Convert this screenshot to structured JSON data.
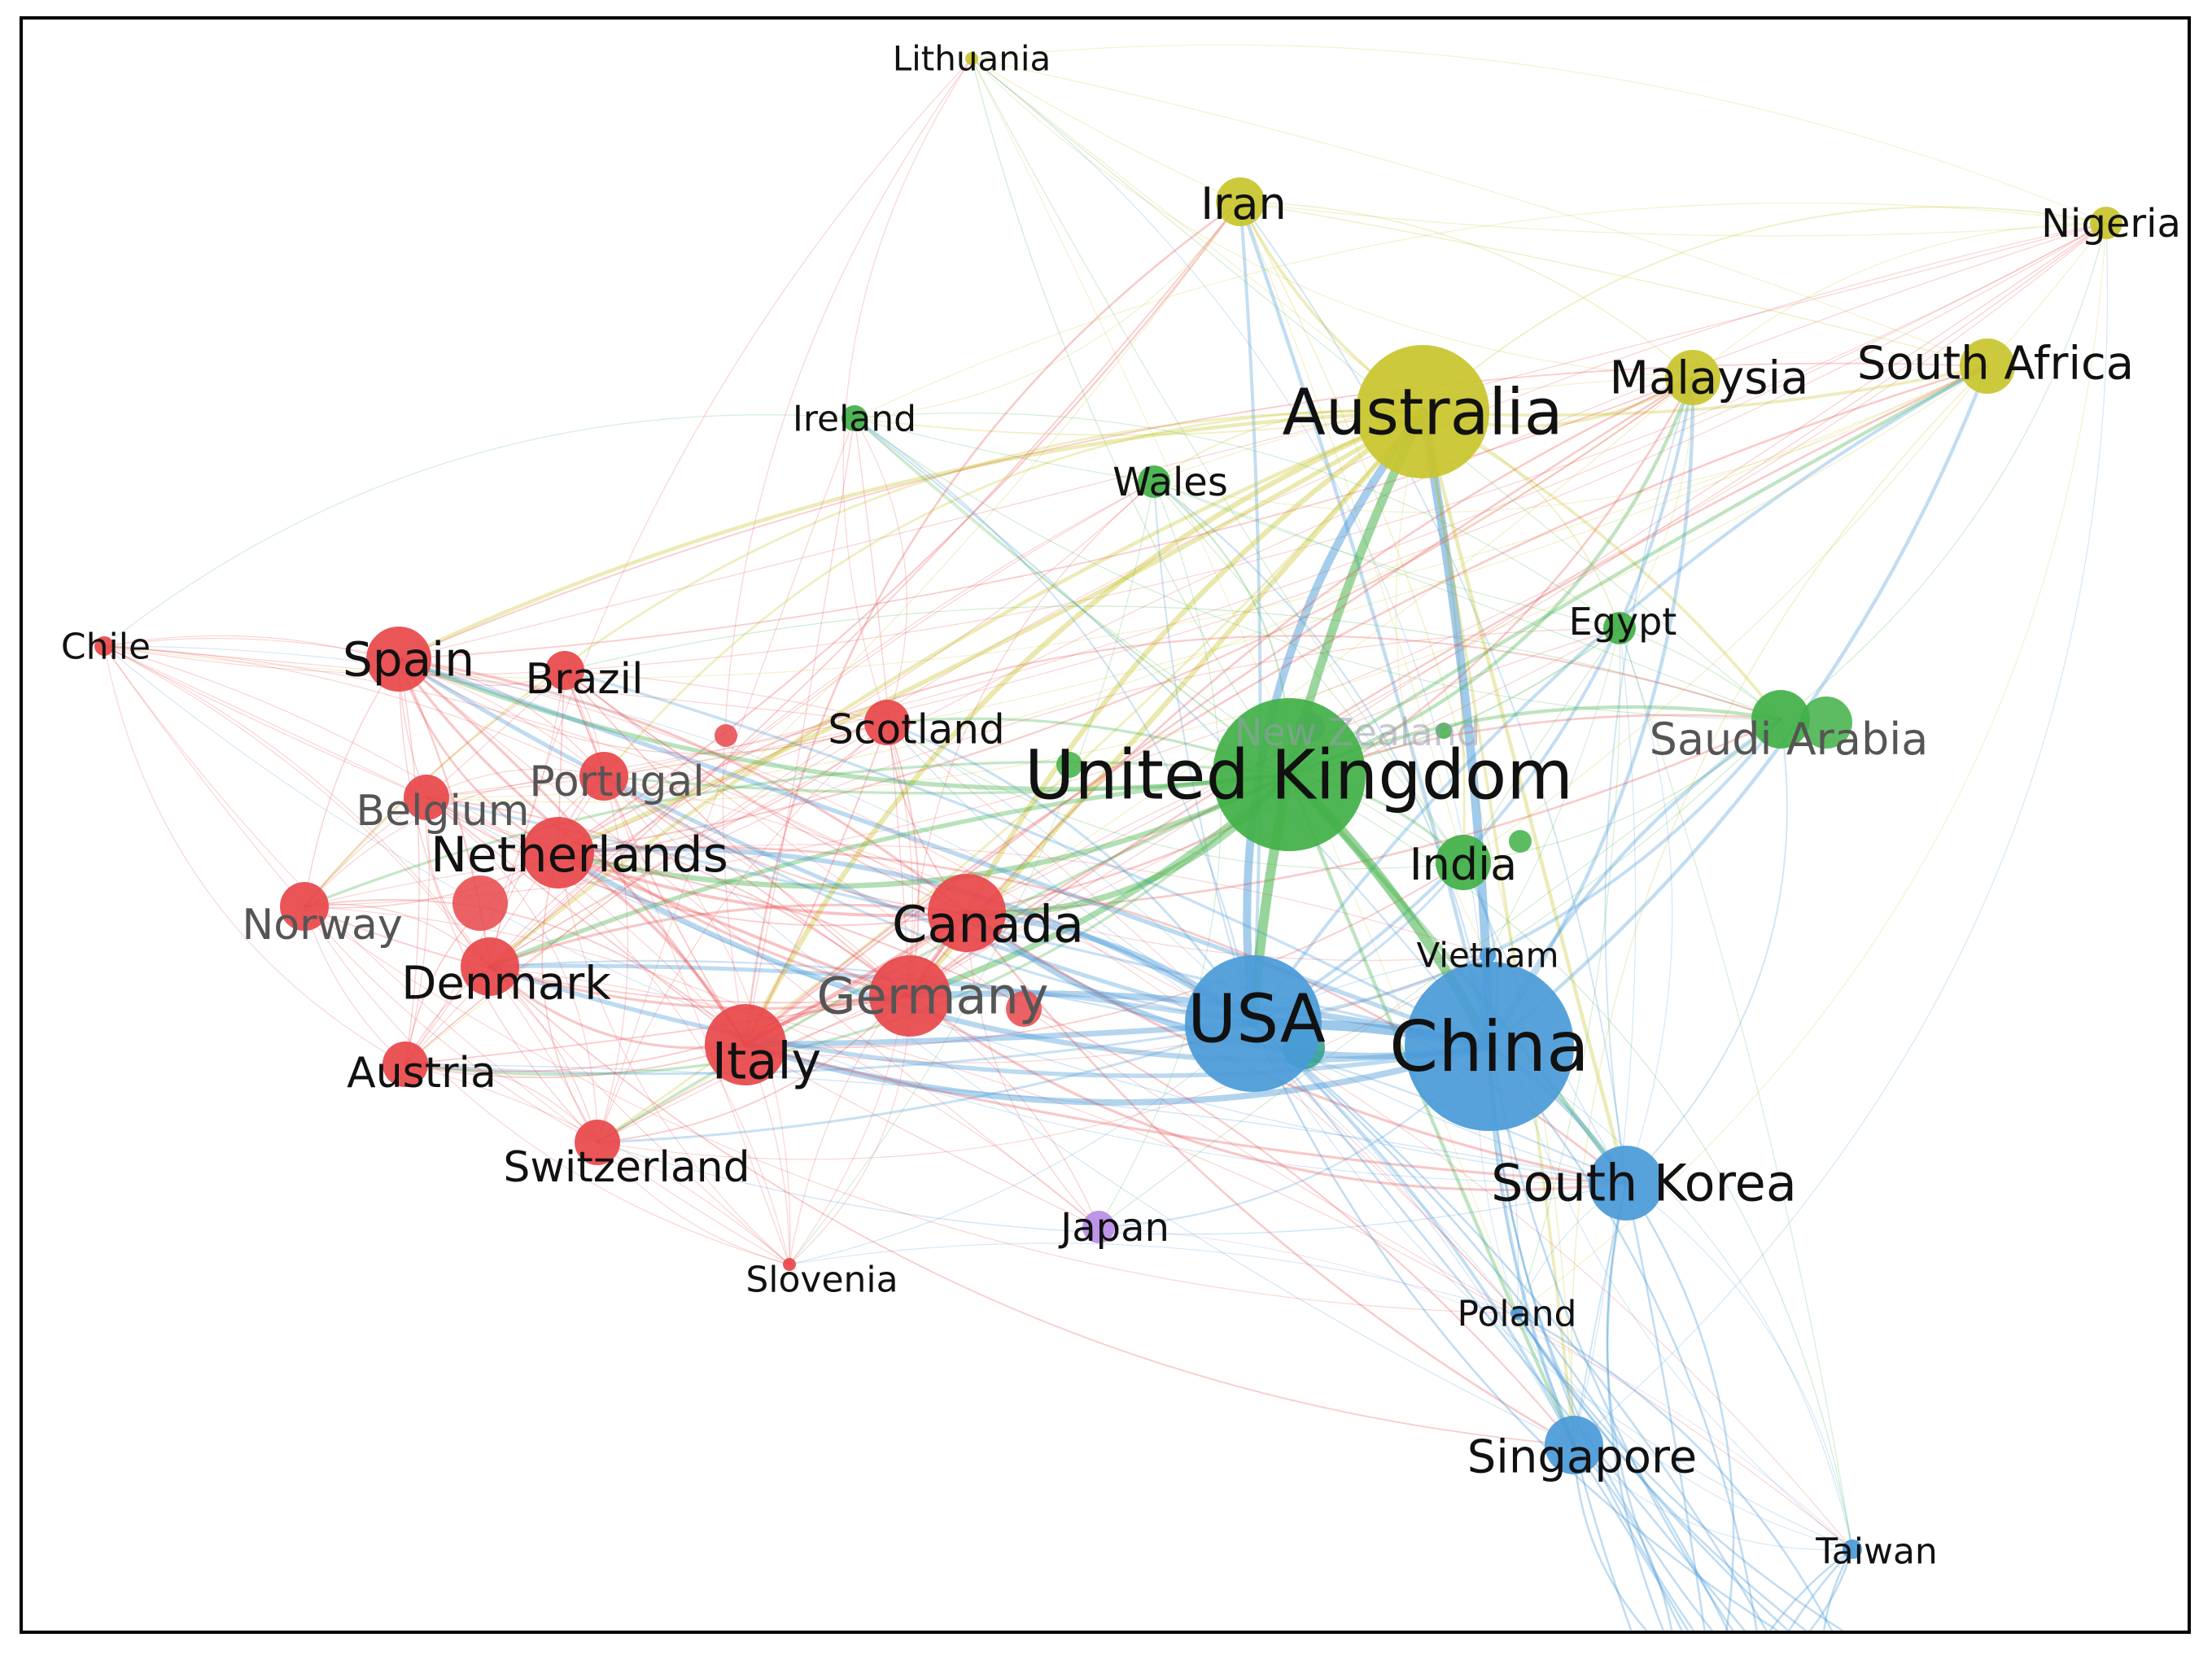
{
  "clusters": [
    {
      "id": "red",
      "color": "#e8474a"
    },
    {
      "id": "green",
      "color": "#41b046"
    },
    {
      "id": "blue",
      "color": "#4a9ad8"
    },
    {
      "id": "yellow",
      "color": "#c9c42d"
    },
    {
      "id": "purple",
      "color": "#b98ce6"
    }
  ],
  "nodes": [
    {
      "id": "lithuania",
      "label": "Lithuania",
      "cluster": "yellow",
      "weight": 1
    },
    {
      "id": "iran",
      "label": "Iran",
      "cluster": "yellow",
      "weight": 4
    },
    {
      "id": "nigeria",
      "label": "Nigeria",
      "cluster": "yellow",
      "weight": 2
    },
    {
      "id": "australia",
      "label": "Australia",
      "cluster": "yellow",
      "weight": 10
    },
    {
      "id": "malaysia",
      "label": "Malaysia",
      "cluster": "yellow",
      "weight": 4
    },
    {
      "id": "south-africa",
      "label": "South Africa",
      "cluster": "yellow",
      "weight": 4
    },
    {
      "id": "ireland",
      "label": "Ireland",
      "cluster": "green",
      "weight": 2
    },
    {
      "id": "wales",
      "label": "Wales",
      "cluster": "green",
      "weight": 2
    },
    {
      "id": "egypt",
      "label": "Egypt",
      "cluster": "green",
      "weight": 2
    },
    {
      "id": "saudi-arabia",
      "label": "Saudi Arabia",
      "cluster": "green",
      "weight": 4
    },
    {
      "id": "united-kingdom",
      "label": "United Kingdom",
      "cluster": "green",
      "weight": 12
    },
    {
      "id": "india",
      "label": "India",
      "cluster": "green",
      "weight": 3
    },
    {
      "id": "usa",
      "label": "USA",
      "cluster": "blue",
      "weight": 11
    },
    {
      "id": "china",
      "label": "China",
      "cluster": "blue",
      "weight": 12
    },
    {
      "id": "vietnam",
      "label": "Vietnam",
      "cluster": "blue",
      "weight": 1
    },
    {
      "id": "south-korea",
      "label": "South Korea",
      "cluster": "blue",
      "weight": 5
    },
    {
      "id": "poland",
      "label": "Poland",
      "cluster": "blue",
      "weight": 1
    },
    {
      "id": "singapore",
      "label": "Singapore",
      "cluster": "blue",
      "weight": 4
    },
    {
      "id": "taiwan",
      "label": "Taiwan",
      "cluster": "blue",
      "weight": 1
    },
    {
      "id": "japan",
      "label": "Japan",
      "cluster": "purple",
      "weight": 2
    },
    {
      "id": "chile",
      "label": "Chile",
      "cluster": "red",
      "weight": 1
    },
    {
      "id": "spain",
      "label": "Spain",
      "cluster": "red",
      "weight": 5
    },
    {
      "id": "brazil",
      "label": "Brazil",
      "cluster": "red",
      "weight": 3
    },
    {
      "id": "scotland",
      "label": "Scotland",
      "cluster": "red",
      "weight": 3
    },
    {
      "id": "portugal",
      "label": "Portugal",
      "cluster": "red",
      "weight": 3
    },
    {
      "id": "belgium",
      "label": "Belgium",
      "cluster": "red",
      "weight": 3
    },
    {
      "id": "netherlands",
      "label": "Netherlands",
      "cluster": "red",
      "weight": 6
    },
    {
      "id": "norway",
      "label": "Norway",
      "cluster": "red",
      "weight": 3
    },
    {
      "id": "denmark",
      "label": "Denmark",
      "cluster": "red",
      "weight": 5
    },
    {
      "id": "canada",
      "label": "Canada",
      "cluster": "red",
      "weight": 7
    },
    {
      "id": "germany",
      "label": "Germany",
      "cluster": "red",
      "weight": 7
    },
    {
      "id": "italy",
      "label": "Italy",
      "cluster": "red",
      "weight": 7
    },
    {
      "id": "austria",
      "label": "Austria",
      "cluster": "red",
      "weight": 3
    },
    {
      "id": "switzerland",
      "label": "Switzerland",
      "cluster": "red",
      "weight": 3
    },
    {
      "id": "slovenia",
      "label": "Slovenia",
      "cluster": "red",
      "weight": 1
    }
  ],
  "hidden_label": "New Zealand"
}
